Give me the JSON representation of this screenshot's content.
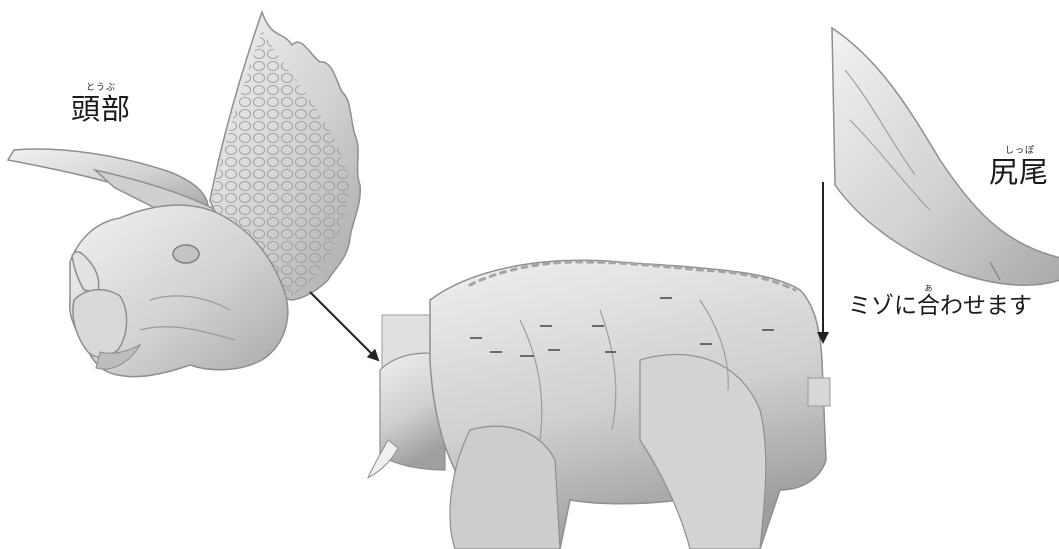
{
  "labels": {
    "head": {
      "ruby": "とうぶ",
      "text": "頭部"
    },
    "tail": {
      "ruby": "しっぽ",
      "text": "尻尾"
    },
    "groove": {
      "pre": "ミゾに",
      "ruby_base": "合",
      "ruby": "あ",
      "post": "わせます"
    }
  },
  "colors": {
    "background": "#ffffff",
    "part_fill": "#d4d4d4",
    "text": "#1a1a1a",
    "arrow": "#222222"
  }
}
